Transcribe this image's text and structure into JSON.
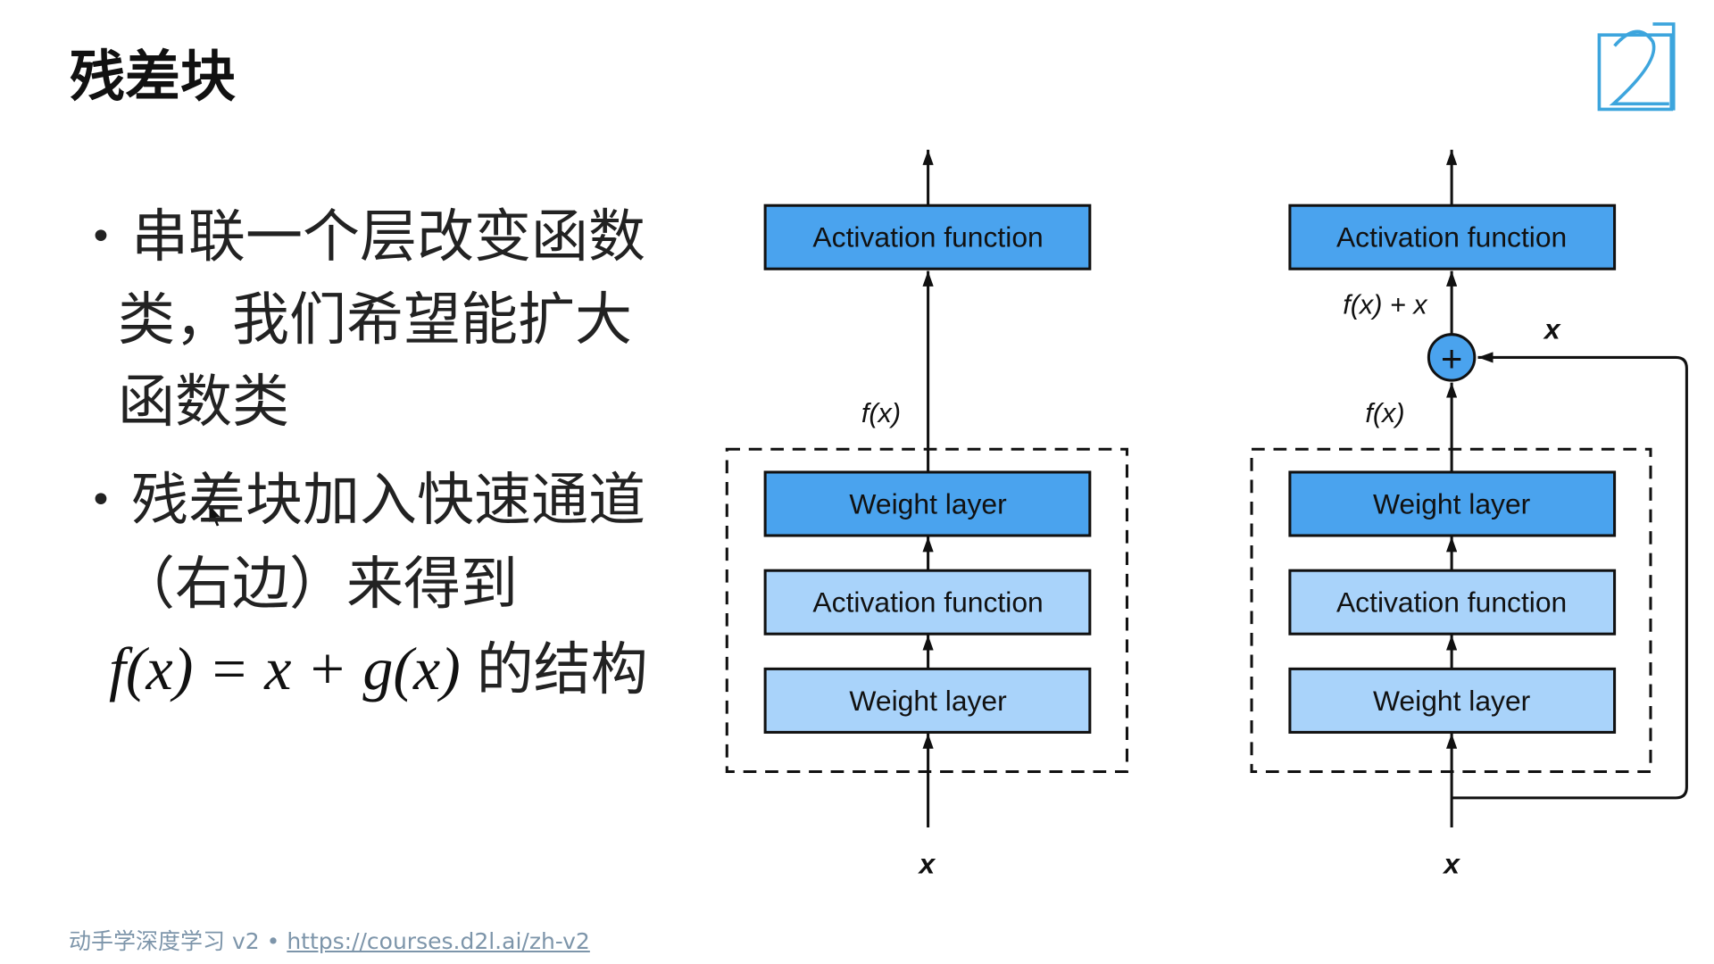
{
  "slide": {
    "title": "残差块",
    "bullet_symbol": "•",
    "bullets": [
      {
        "lines": [
          "串联一个层改变函数",
          "类，我们希望能扩大",
          "函数类"
        ]
      },
      {
        "lines": [
          "残差块加入快速通道",
          "（右边）来得到"
        ],
        "formula": "f(x) = x + g(x)",
        "formula_suffix": "的结构"
      }
    ]
  },
  "diagram": {
    "plain": {
      "top_box": "Activation function",
      "inner_top": "Weight layer",
      "inner_middle": "Activation function",
      "inner_bottom": "Weight layer",
      "fx_label": "f(x)",
      "input_label": "x"
    },
    "residual": {
      "top_box": "Activation function",
      "inner_top": "Weight layer",
      "inner_middle": "Activation function",
      "inner_bottom": "Weight layer",
      "fx_label": "f(x)",
      "sum_label": "f(x) + x",
      "skip_label": "x",
      "add_symbol": "+",
      "input_label": "x"
    }
  },
  "footer": {
    "course": "动手学深度学习 v2",
    "separator": "•",
    "link": "https://courses.d2l.ai/zh-v2"
  },
  "logo": {
    "icon": "d2l-logo-icon"
  },
  "cursor": {
    "icon": "mouse-cursor-icon"
  },
  "colors": {
    "dark_box": "#4AA3EE",
    "light_box": "#A9D3FA",
    "outline": "#111111",
    "logo": "#3DA5DD",
    "footer_text": "#7D95AA"
  }
}
